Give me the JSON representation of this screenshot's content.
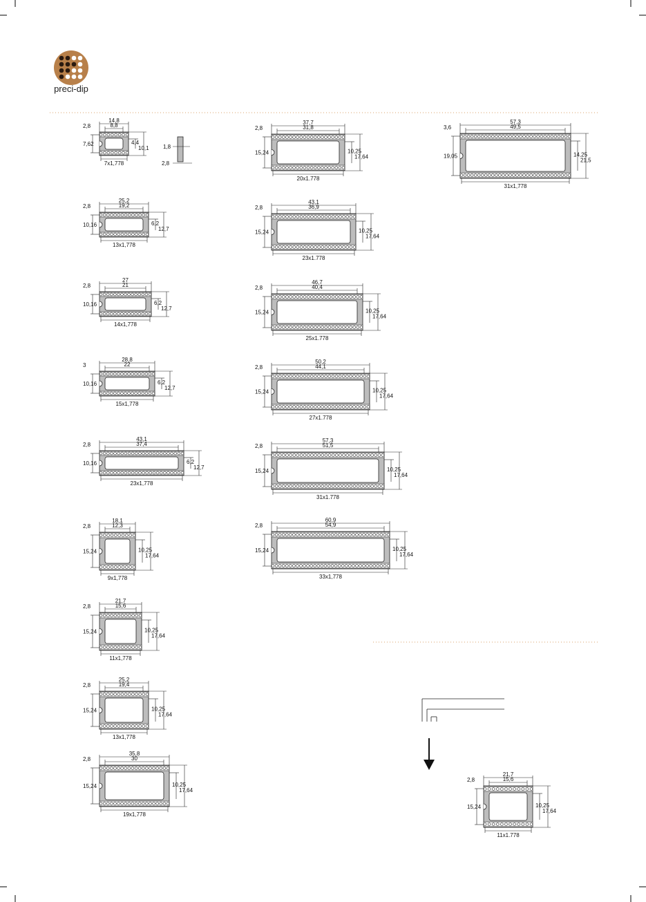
{
  "brand": {
    "name": "preci-dip",
    "colors": {
      "logo_bg": "#b8804a",
      "dot_dark": "#2a1a10",
      "dot_light": "#ffffff",
      "divider": "#d9a16a"
    }
  },
  "col_left": [
    {
      "id": "s14",
      "top": "14,8",
      "inner": "8,8",
      "left": "2,8",
      "side": "7,62",
      "r1": "4,4",
      "r2": "10,1",
      "bottom": "7x1,778",
      "pins": 8
    },
    {
      "id": "s26",
      "top": "25,2",
      "inner": "19,2",
      "left": "2,8",
      "side": "10,16",
      "r1": "6,2",
      "r2": "12,7",
      "bottom": "13x1,778",
      "pins": 14
    },
    {
      "id": "s28",
      "top": "27",
      "inner": "21",
      "left": "2,8",
      "side": "10,16",
      "r1": "6,2",
      "r2": "12,7",
      "bottom": "14x1,778",
      "pins": 15
    },
    {
      "id": "s30",
      "top": "28,8",
      "inner": "22",
      "left": "3",
      "side": "10,16",
      "r1": "6,2",
      "r2": "12,7",
      "bottom": "15x1,778",
      "pins": 16
    },
    {
      "id": "s46",
      "top": "43,1",
      "inner": "37,4",
      "left": "2,8",
      "side": "10,16",
      "r1": "6,2",
      "r2": "12,7",
      "bottom": "23x1,778",
      "pins": 24
    },
    {
      "id": "w18",
      "top": "18,1",
      "inner": "12,3",
      "left": "2,8",
      "side": "15,24",
      "r1": "10,25",
      "r2": "17,64",
      "bottom": "9x1,778",
      "pins": 10
    },
    {
      "id": "w22",
      "top": "21,7",
      "inner": "15,6",
      "left": "2,8",
      "side": "15,24",
      "r1": "10,25",
      "r2": "17,64",
      "bottom": "11x1,778",
      "pins": 12
    },
    {
      "id": "w26",
      "top": "25,2",
      "inner": "19,4",
      "left": "2,8",
      "side": "15,24",
      "r1": "10,25",
      "r2": "17,64",
      "bottom": "13x1,778",
      "pins": 14
    },
    {
      "id": "w38",
      "top": "35,8",
      "inner": "30",
      "left": "2,8",
      "side": "15,24",
      "r1": "10,25",
      "r2": "17,64",
      "bottom": "19x1,778",
      "pins": 20
    }
  ],
  "side_view": {
    "a": "1,8",
    "b": "2,8"
  },
  "col_mid": [
    {
      "id": "m40",
      "top": "37,7",
      "inner": "31,8",
      "left": "2,8",
      "side": "15,24",
      "r1": "10,25",
      "r2": "17,64",
      "bottom": "20x1.778",
      "pins": 21
    },
    {
      "id": "m46",
      "top": "43,1",
      "inner": "36,9",
      "left": "2,8",
      "side": "15,24",
      "r1": "10,25",
      "r2": "17,64",
      "bottom": "23x1.778",
      "pins": 24
    },
    {
      "id": "m50",
      "top": "46,7",
      "inner": "40,4",
      "left": "2,8",
      "side": "15,24",
      "r1": "10,25",
      "r2": "17,64",
      "bottom": "25x1.778",
      "pins": 26
    },
    {
      "id": "m54",
      "top": "50,2",
      "inner": "44,1",
      "left": "2,8",
      "side": "15,24",
      "r1": "10,25",
      "r2": "17,64",
      "bottom": "27x1.778",
      "pins": 28
    },
    {
      "id": "m62",
      "top": "57,3",
      "inner": "51,5",
      "left": "2,8",
      "side": "15,24",
      "r1": "10,25",
      "r2": "17,64",
      "bottom": "31x1.778",
      "pins": 32
    },
    {
      "id": "m66",
      "top": "60,9",
      "inner": "54,9",
      "left": "2,8",
      "side": "15,24",
      "r1": "10,25",
      "r2": "17,64",
      "bottom": "33x1,778",
      "pins": 34
    }
  ],
  "col_right": [
    {
      "id": "r64",
      "top": "57,3",
      "inner": "49,5",
      "left": "3,6",
      "side": "19,05",
      "r1": "14,25",
      "r2": "21,5",
      "bottom": "31x1,778",
      "pins": 32
    }
  ],
  "example": {
    "top": "21,7",
    "inner": "15,6",
    "left": "2,8",
    "side": "15,24",
    "r1": "10,25",
    "r2": "17,64",
    "bottom": "11x1.778",
    "pins": 12
  }
}
